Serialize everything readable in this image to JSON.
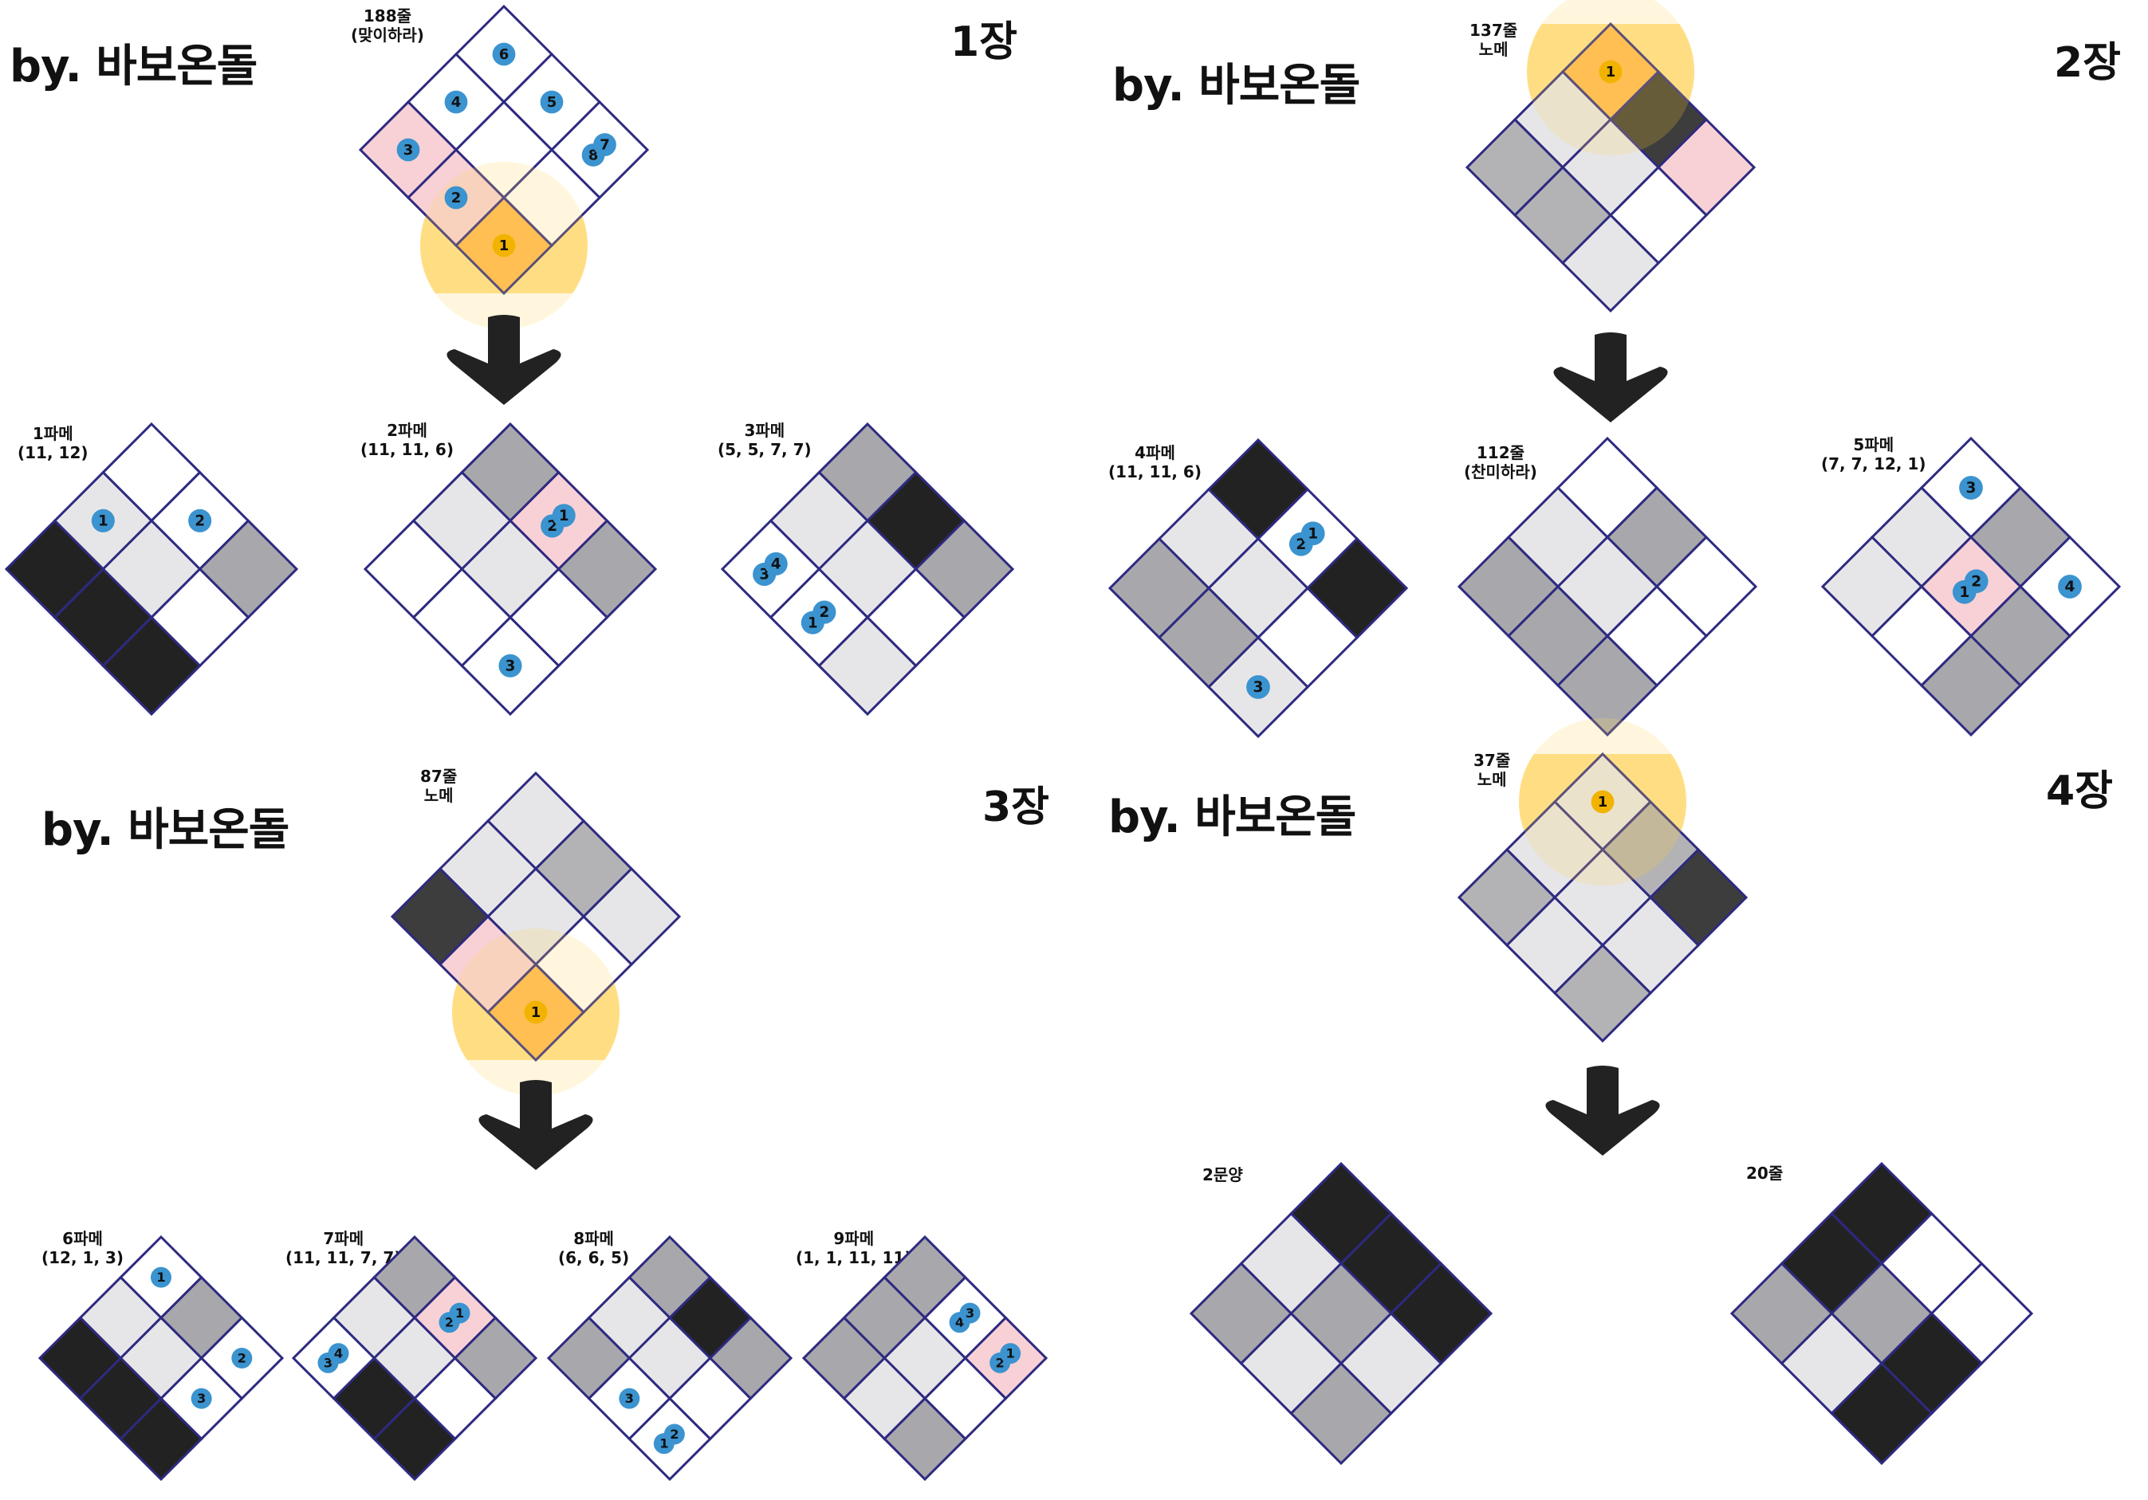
{
  "colors": {
    "outline": "#2e2a80",
    "white": "#ffffff",
    "light": "#e6e6e8",
    "mid": "#a8a8ac",
    "black": "#222222",
    "pink": "#f8d1d6",
    "orange": "#ffb347",
    "glow": "#ffd566",
    "marker": "#3b93cf",
    "marker_gold": "#f2b300",
    "arrow": "#222222"
  },
  "pages": [
    {
      "byline": "by. 바보온돌",
      "page_label": "1장",
      "source": {
        "labels": [
          "188줄",
          "(맞이하라)"
        ],
        "cells": [
          "w",
          "w",
          "w",
          "w",
          "w",
          "w",
          "p",
          "p",
          "o"
        ],
        "glow": 8,
        "markers": [
          {
            "cell": 0,
            "num": "6"
          },
          {
            "cell": 1,
            "num": "5"
          },
          {
            "cell": 2,
            "num": "7",
            "sub": "8"
          },
          {
            "cell": 3,
            "num": "4"
          },
          {
            "cell": 6,
            "num": "3"
          },
          {
            "cell": 7,
            "num": "2"
          },
          {
            "cell": 8,
            "num": "1",
            "gold": true
          }
        ]
      },
      "results": [
        {
          "labels": [
            "1파메",
            "(11, 12)"
          ],
          "cells": [
            "w",
            "w",
            "m",
            "l",
            "l",
            "w",
            "b",
            "b",
            "b"
          ],
          "markers": [
            {
              "cell": 1,
              "num": "2"
            },
            {
              "cell": 3,
              "num": "1"
            }
          ]
        },
        {
          "labels": [
            "2파메",
            "(11, 11, 6)"
          ],
          "cells": [
            "m",
            "p",
            "m",
            "l",
            "l",
            "w",
            "w",
            "w",
            "w"
          ],
          "markers": [
            {
              "cell": 1,
              "num": "1",
              "sub": "2"
            },
            {
              "cell": 8,
              "num": "3"
            }
          ]
        },
        {
          "labels": [
            "3파메",
            "(5, 5, 7, 7)"
          ],
          "cells": [
            "m",
            "b",
            "m",
            "l",
            "l",
            "w",
            "w",
            "w",
            "l"
          ],
          "markers": [
            {
              "cell": 6,
              "num": "4",
              "sub": "3"
            },
            {
              "cell": 7,
              "num": "2",
              "sub": "1"
            }
          ]
        }
      ]
    },
    {
      "byline": "by. 바보온돌",
      "page_label": "2장",
      "source": {
        "labels": [
          "137줄",
          "노메"
        ],
        "cells": [
          "o",
          "b",
          "p",
          "l",
          "l",
          "w",
          "m",
          "m",
          "l"
        ],
        "glow": 0,
        "markers": [
          {
            "cell": 0,
            "num": "1",
            "gold": true
          }
        ]
      },
      "results": [
        {
          "labels": [
            "4파메",
            "(11, 11, 6)"
          ],
          "cells": [
            "b",
            "w",
            "b",
            "l",
            "l",
            "w",
            "m",
            "m",
            "l"
          ],
          "markers": [
            {
              "cell": 1,
              "num": "1",
              "sub": "2"
            },
            {
              "cell": 8,
              "num": "3"
            }
          ]
        },
        {
          "labels": [
            "112줄",
            "(찬미하라)"
          ],
          "cells": [
            "w",
            "m",
            "w",
            "l",
            "l",
            "w",
            "m",
            "m",
            "m"
          ],
          "markers": []
        },
        {
          "labels": [
            "5파메",
            "(7, 7, 12, 1)"
          ],
          "cells": [
            "w",
            "m",
            "w",
            "l",
            "p",
            "m",
            "l",
            "w",
            "m"
          ],
          "markers": [
            {
              "cell": 0,
              "num": "3"
            },
            {
              "cell": 2,
              "num": "4"
            },
            {
              "cell": 4,
              "num": "2",
              "sub": "1"
            }
          ]
        }
      ]
    },
    {
      "byline": "by. 바보온돌",
      "page_label": "3장",
      "source": {
        "labels": [
          "87줄",
          "노메"
        ],
        "cells": [
          "l",
          "m",
          "l",
          "l",
          "l",
          "w",
          "b",
          "p",
          "o"
        ],
        "glow": 8,
        "markers": [
          {
            "cell": 8,
            "num": "1",
            "gold": true
          }
        ]
      },
      "results": [
        {
          "labels": [
            "6파메",
            "(12, 1, 3)"
          ],
          "cells": [
            "w",
            "m",
            "w",
            "l",
            "l",
            "w",
            "b",
            "b",
            "b"
          ],
          "markers": [
            {
              "cell": 0,
              "num": "1"
            },
            {
              "cell": 2,
              "num": "2"
            },
            {
              "cell": 5,
              "num": "3"
            }
          ]
        },
        {
          "labels": [
            "7파메",
            "(11, 11, 7, 7)"
          ],
          "cells": [
            "m",
            "p",
            "m",
            "l",
            "l",
            "w",
            "w",
            "b",
            "b"
          ],
          "markers": [
            {
              "cell": 1,
              "num": "1",
              "sub": "2"
            },
            {
              "cell": 6,
              "num": "4",
              "sub": "3"
            }
          ]
        },
        {
          "labels": [
            "8파메",
            "(6, 6, 5)"
          ],
          "cells": [
            "m",
            "b",
            "m",
            "l",
            "l",
            "w",
            "m",
            "w",
            "w"
          ],
          "markers": [
            {
              "cell": 7,
              "num": "3"
            },
            {
              "cell": 8,
              "num": "2",
              "sub": "1"
            }
          ]
        },
        {
          "labels": [
            "9파메",
            "(1, 1, 11, 11)"
          ],
          "cells": [
            "m",
            "w",
            "p",
            "m",
            "l",
            "w",
            "m",
            "l",
            "m"
          ],
          "markers": [
            {
              "cell": 1,
              "num": "3",
              "sub": "4"
            },
            {
              "cell": 2,
              "num": "1",
              "sub": "2"
            }
          ]
        }
      ]
    },
    {
      "byline": "by. 바보온돌",
      "page_label": "4장",
      "source": {
        "labels": [
          "37줄",
          "노메"
        ],
        "cells": [
          "l",
          "m",
          "b",
          "l",
          "l",
          "l",
          "m",
          "l",
          "m"
        ],
        "glow": 0,
        "markers": [
          {
            "cell": 0,
            "num": "1",
            "gold": true
          }
        ]
      },
      "results": [
        {
          "labels": [
            "2문양",
            ""
          ],
          "cells": [
            "b",
            "b",
            "b",
            "l",
            "m",
            "l",
            "m",
            "l",
            "m"
          ],
          "markers": []
        },
        {
          "labels": [
            "20줄",
            ""
          ],
          "cells": [
            "b",
            "w",
            "w",
            "b",
            "m",
            "b",
            "m",
            "l",
            "b"
          ],
          "markers": []
        }
      ]
    }
  ]
}
